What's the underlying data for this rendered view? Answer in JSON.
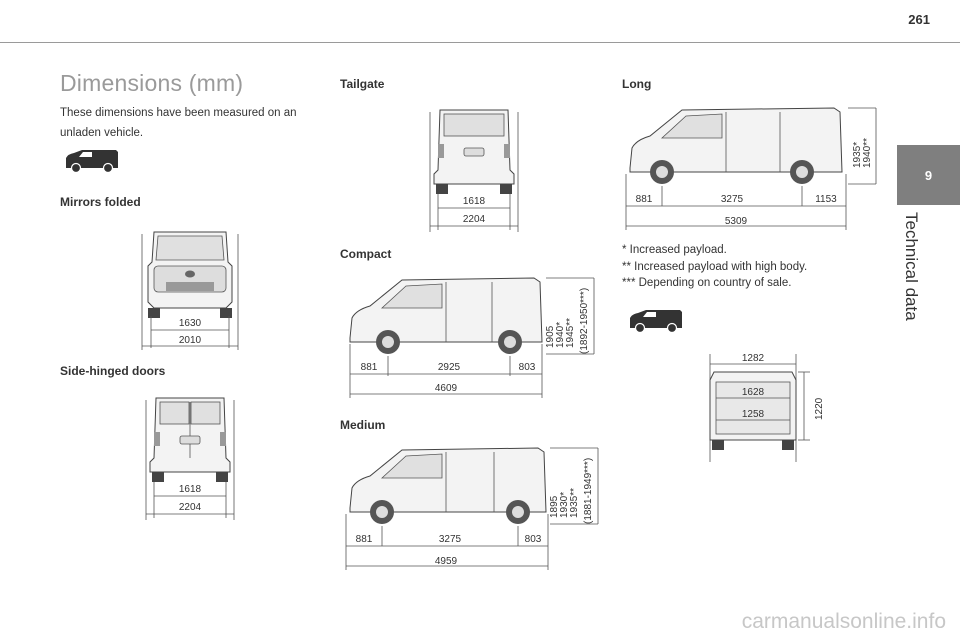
{
  "page_number": "261",
  "chapter": {
    "number": "9",
    "label": "Technical data"
  },
  "title": "Dimensions (mm)",
  "intro": "These dimensions have been measured on an unladen vehicle.",
  "sections": {
    "mirrors_folded": {
      "heading": "Mirrors folded",
      "inner": "1630",
      "outer": "2010"
    },
    "side_hinged": {
      "heading": "Side-hinged doors",
      "inner": "1618",
      "outer": "2204"
    },
    "tailgate": {
      "heading": "Tailgate",
      "inner": "1618",
      "outer": "2204"
    },
    "compact": {
      "heading": "Compact",
      "front": "881",
      "wheelbase": "2925",
      "rear": "803",
      "total": "4609",
      "height_lines": [
        "1905",
        "1940*",
        "1945**",
        "(1892-1950***)"
      ]
    },
    "medium": {
      "heading": "Medium",
      "front": "881",
      "wheelbase": "3275",
      "rear": "803",
      "total": "4959",
      "height_lines": [
        "1895",
        "1930*",
        "1935**",
        "(1881-1949***)"
      ]
    },
    "long": {
      "heading": "Long",
      "front": "881",
      "wheelbase": "3275",
      "rear": "1153",
      "total": "5309",
      "height_lines": [
        "1935*",
        "1940**"
      ]
    },
    "cargo": {
      "top": "1282",
      "middle": "1628",
      "bottom": "1258",
      "height": "1220"
    }
  },
  "notes": [
    "* Increased payload.",
    "** Increased payload with high body.",
    "*** Depending on country of sale."
  ],
  "watermark": "carmanualsonline.info"
}
